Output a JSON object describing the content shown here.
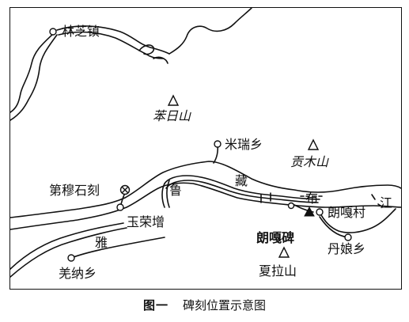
{
  "figure": {
    "number": "图一",
    "title": "碑刻位置示意图"
  },
  "places": {
    "linzhi": "林芝镇",
    "mirui": "米瑞乡",
    "dimushike": "第穆石刻",
    "yurongzeng": "玉荣增",
    "qiangna": "羌纳乡",
    "langgacun": "朗嘎村",
    "danniang": "丹娘乡",
    "langgabei": "朗嘎碑",
    "xialashan": "夏拉山"
  },
  "mountains": {
    "benrishan": "苯日山",
    "gongmushan": "贡木山"
  },
  "river": [
    "雅",
    "鲁",
    "藏",
    "布",
    "江"
  ],
  "colors": {
    "ink": "#111111",
    "background": "#ffffff"
  }
}
